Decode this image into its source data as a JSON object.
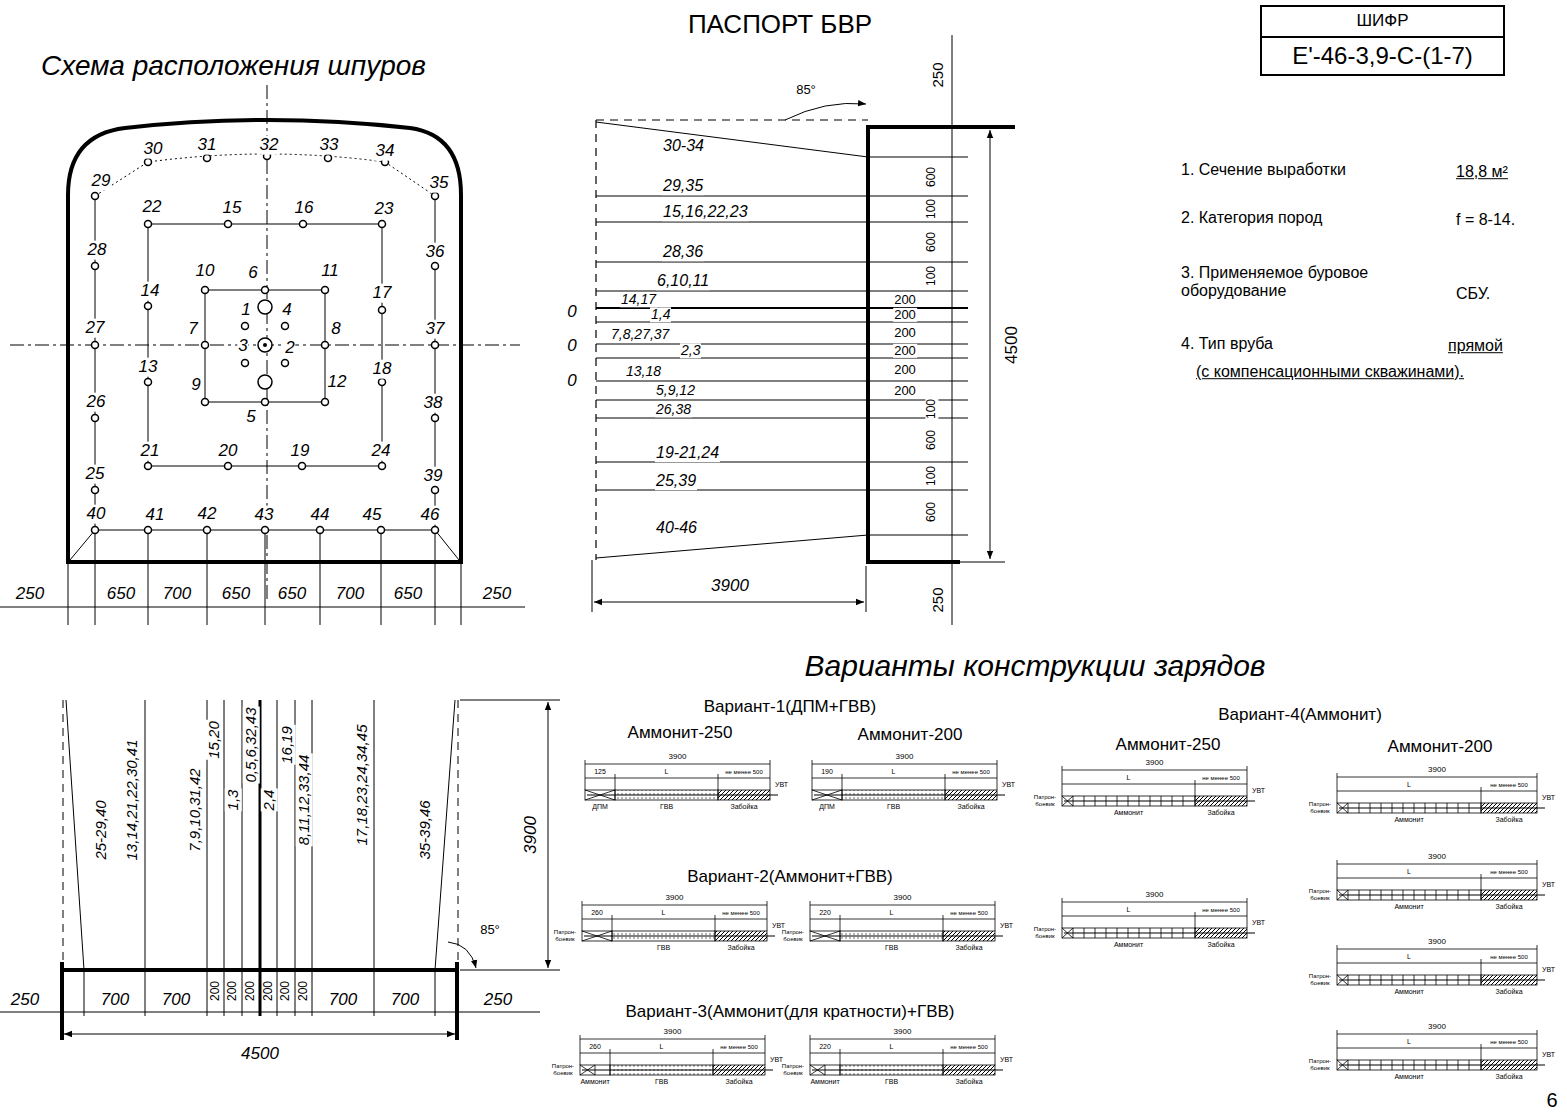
{
  "diagram": {
    "title": "ПАСПОРТ БВР",
    "nodes": [
      {
        "text": [
          "ШИФР",
          "Е'-46-3,9-С-(1-7)"
        ]
      }
    ],
    "labels": [
      "Схема расположения шпуров",
      "1",
      "2",
      "3",
      "4",
      "5",
      "6",
      "7",
      "8",
      "9",
      "10",
      "11",
      "12",
      "13",
      "14",
      "15",
      "16",
      "17",
      "18",
      "19",
      "20",
      "21",
      "22",
      "23",
      "24",
      "25",
      "26",
      "27",
      "28",
      "29",
      "30",
      "31",
      "32",
      "33",
      "34",
      "35",
      "36",
      "37",
      "38",
      "39",
      "40",
      "41",
      "42",
      "43",
      "44",
      "45",
      "46",
      "250",
      "650",
      "700",
      "650",
      "650",
      "700",
      "650",
      "250",
      "30-34",
      "29,35",
      "15,16,22,23",
      "28,36",
      "6,10,11",
      "14,17",
      "1,4",
      "7,8,27,37",
      "2,3",
      "13,18",
      "5,9,12",
      "26,38",
      "19-21,24",
      "25,39",
      "40-46",
      "0",
      "0",
      "0",
      "200",
      "200",
      "200",
      "200",
      "200",
      "200",
      "600",
      "100",
      "600",
      "100",
      "100",
      "600",
      "100",
      "600",
      "250",
      "250",
      "4500",
      "3900",
      "85°",
      "1. Сечение выработки",
      "18,8 м²",
      "2. Категория пород",
      "f = 8-14.",
      "3. Применяемое буровое оборудование",
      "СБУ.",
      "4. Тип вруба",
      "прямой",
      "(с компенсационными скважинами).",
      "25-29,40",
      "13,14,21,22,30,41",
      "7,9,10,31,42",
      "15,20",
      "1,3",
      "0,5,6,32,43",
      "2,4",
      "16,19",
      "8,11,12,33,44",
      "17,18,23,24,34,45",
      "35-39,46",
      "250",
      "700",
      "700",
      "200",
      "200",
      "200",
      "200",
      "200",
      "200",
      "700",
      "700",
      "250",
      "4500",
      "3900",
      "85°",
      "Варианты конструкции зарядов",
      "Вариант-1(ДПМ+ГВВ)",
      "Аммонит-250",
      "Аммонит-200",
      "Вариант-2(Аммонит+ГВВ)",
      "Вариант-3(Аммонит(для кратности)+ГВВ)",
      "Вариант-4(Аммонит)",
      "Аммонит-250",
      "Аммонит-200",
      "3900",
      "125",
      "L",
      "не менее 500",
      "УВТ",
      "ДПМ",
      "ГВВ",
      "Забойка",
      "3900",
      "190",
      "L",
      "не менее 500",
      "УВТ",
      "ДПМ",
      "ГВВ",
      "Забойка",
      "3900",
      "260",
      "L",
      "не менее 500",
      "УВТ",
      "Патрон-боевик",
      "ГВВ",
      "Забойка",
      "3900",
      "220",
      "L",
      "не менее 500",
      "УВТ",
      "Патрон-боевик",
      "ГВВ",
      "Забойка",
      "3900",
      "260",
      "L",
      "не менее 500",
      "УВТ",
      "Патрон-боевик",
      "Аммонит",
      "ГВВ",
      "Забойка",
      "3900",
      "220",
      "L",
      "не менее 500",
      "УВТ",
      "Патрон-боевик",
      "Аммонит",
      "ГВВ",
      "Забойка",
      "3900",
      "L",
      "не менее 500",
      "УВТ",
      "Патрон-боевик",
      "Аммонит",
      "Забойка",
      "3900",
      "L",
      "не менее 500",
      "УВТ",
      "Патрон-боевик",
      "Аммонит",
      "Забойка",
      "3900",
      "L",
      "не менее 500",
      "УВТ",
      "Патрон-боевик",
      "Аммонит",
      "Забойка",
      "3900",
      "L",
      "не менее 500",
      "УВТ",
      "Патрон-боевик",
      "Аммонит",
      "Забойка",
      "3900",
      "L",
      "не менее 500",
      "УВТ",
      "Патрон-боевик",
      "Аммонит",
      "Забойка",
      "3900",
      "L",
      "не менее 500",
      "УВТ",
      "Патрон-боевик",
      "Аммонит",
      "Забойка",
      "6"
    ]
  }
}
